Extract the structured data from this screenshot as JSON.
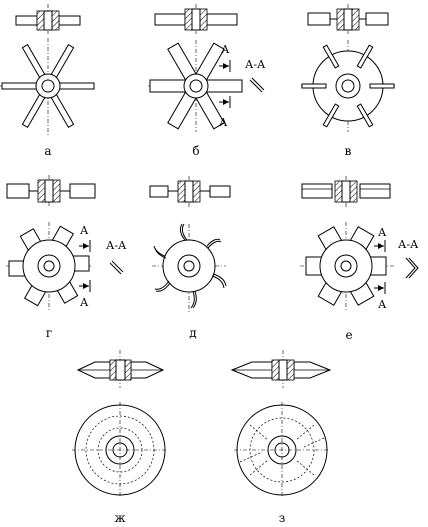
{
  "figure": {
    "panels": [
      {
        "id": "a",
        "label": "а"
      },
      {
        "id": "b",
        "label": "б",
        "section_marks": [
          "А",
          "А"
        ],
        "section_title": "А-А"
      },
      {
        "id": "v",
        "label": "в"
      },
      {
        "id": "g",
        "label": "г",
        "section_marks": [
          "А",
          "А"
        ],
        "section_title": "А-А"
      },
      {
        "id": "d",
        "label": "д"
      },
      {
        "id": "e",
        "label": "е",
        "section_marks": [
          "А",
          "А"
        ],
        "section_title": "А-А"
      },
      {
        "id": "zh",
        "label": "ж"
      },
      {
        "id": "z",
        "label": "з"
      }
    ]
  }
}
